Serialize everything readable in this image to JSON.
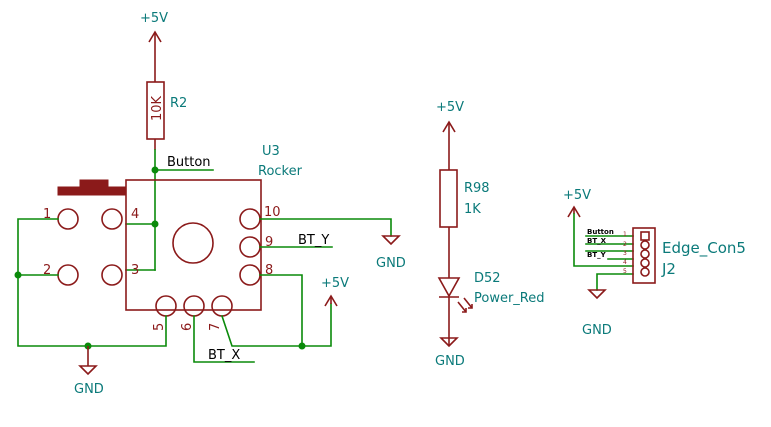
{
  "rocker": {
    "ref": "U3",
    "value": "Rocker",
    "pins": [
      "1",
      "2",
      "3",
      "4",
      "5",
      "6",
      "7",
      "8",
      "9",
      "10"
    ]
  },
  "r2": {
    "ref": "R2",
    "value": "10K"
  },
  "r98": {
    "ref": "R98",
    "value": "1K"
  },
  "d52": {
    "ref": "D52",
    "value": "Power_Red"
  },
  "j2": {
    "ref": "J2",
    "value": "Edge_Con5",
    "pin_labels": [
      "Button",
      "BT_X",
      "BT_Y"
    ],
    "pin_numbers": [
      "1",
      "2",
      "3",
      "4",
      "5"
    ]
  },
  "nets": {
    "plus5v_top": "+5V",
    "plus5v_right": "+5V",
    "plus5v_led": "+5V",
    "plus5v_j2": "+5V",
    "gnd_left": "GND",
    "gnd_pin10": "GND",
    "gnd_led": "GND",
    "gnd_j2": "GND",
    "button": "Button",
    "bt_y": "BT_Y",
    "bt_x": "BT_X"
  }
}
